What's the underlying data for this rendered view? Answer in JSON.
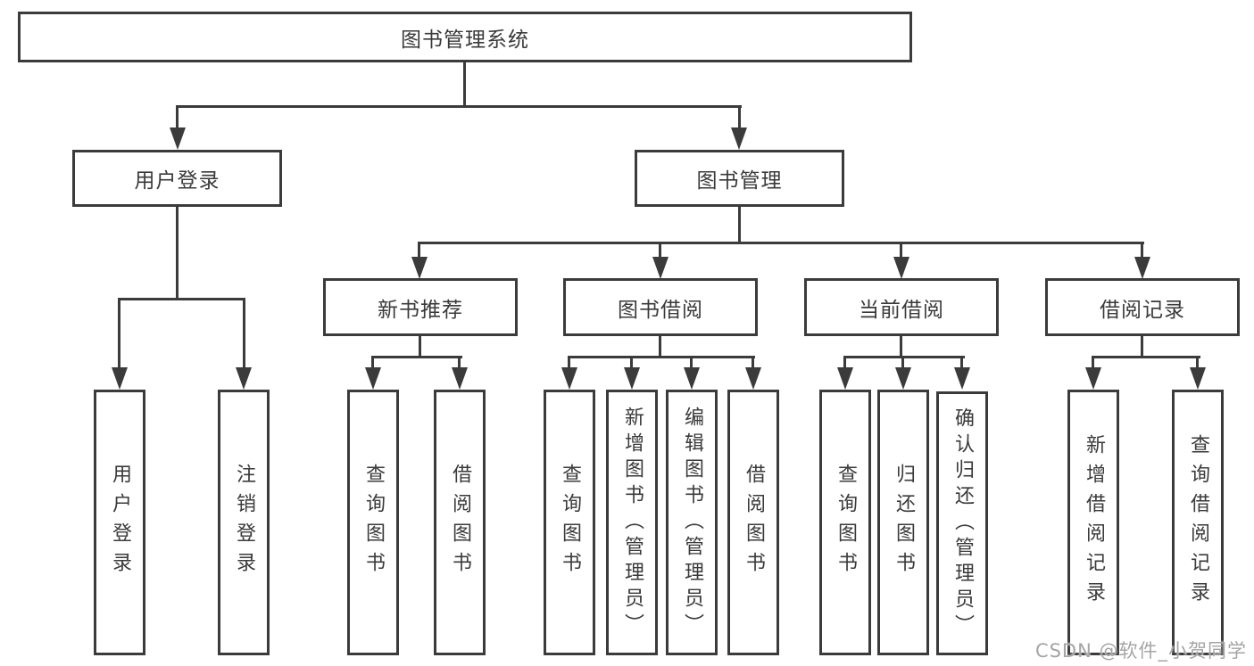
{
  "tree": {
    "root": {
      "label": "图书管理系统"
    },
    "children": [
      {
        "label": "用户登录",
        "children": [
          {
            "label": "用户登录"
          },
          {
            "label": "注销登录"
          }
        ]
      },
      {
        "label": "图书管理",
        "children": [
          {
            "label": "新书推荐",
            "children": [
              {
                "label": "查询图书"
              },
              {
                "label": "借阅图书"
              }
            ]
          },
          {
            "label": "图书借阅",
            "children": [
              {
                "label": "查询图书"
              },
              {
                "label": "新增图书（管理员）"
              },
              {
                "label": "编辑图书（管理员）"
              },
              {
                "label": "借阅图书"
              }
            ]
          },
          {
            "label": "当前借阅",
            "children": [
              {
                "label": "查询图书"
              },
              {
                "label": "归还图书"
              },
              {
                "label": "确认归还（管理员）"
              }
            ]
          },
          {
            "label": "借阅记录",
            "children": [
              {
                "label": "新增借阅记录"
              },
              {
                "label": "查询借阅记录"
              }
            ]
          }
        ]
      }
    ]
  },
  "watermark": {
    "text": "CSDN @软件_小贺同学"
  },
  "colors": {
    "line": "#3b3b3b",
    "text": "#3a3a3a",
    "background": "#ffffff",
    "watermark": "#a5a5a5"
  }
}
